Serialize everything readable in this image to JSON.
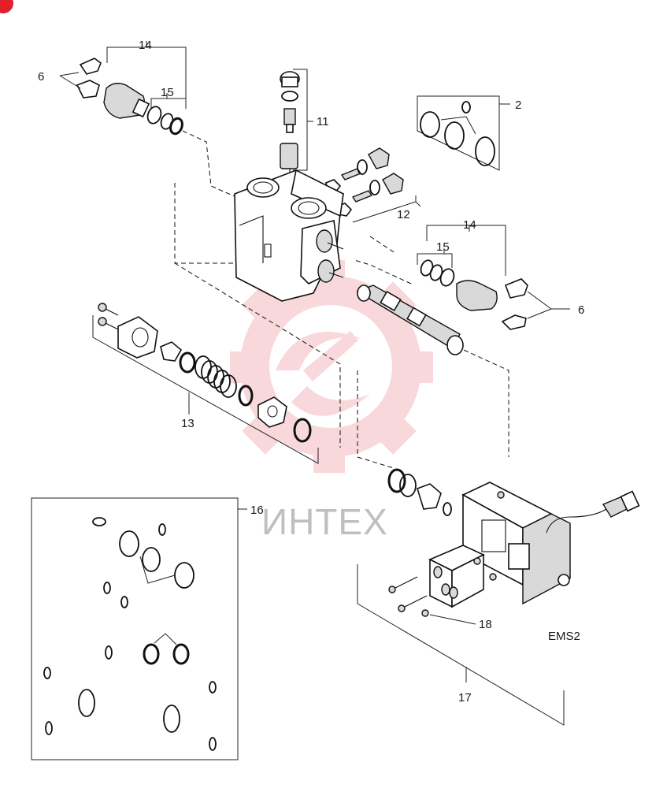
{
  "badge": {
    "color": "#e0202a"
  },
  "watermark": {
    "text": "ИНТЕХ",
    "gear_color": "#f6c9cb",
    "text_color": "#bfbfbf"
  },
  "callouts": {
    "c14_top": "14",
    "c15_top": "15",
    "c6_left": "6",
    "c11": "11",
    "c2": "2",
    "c12": "12",
    "c14_right": "14",
    "c15_right": "15",
    "c6_right": "6",
    "c13": "13",
    "c16": "16",
    "c18": "18",
    "c17": "17",
    "ems": "EMS2"
  }
}
